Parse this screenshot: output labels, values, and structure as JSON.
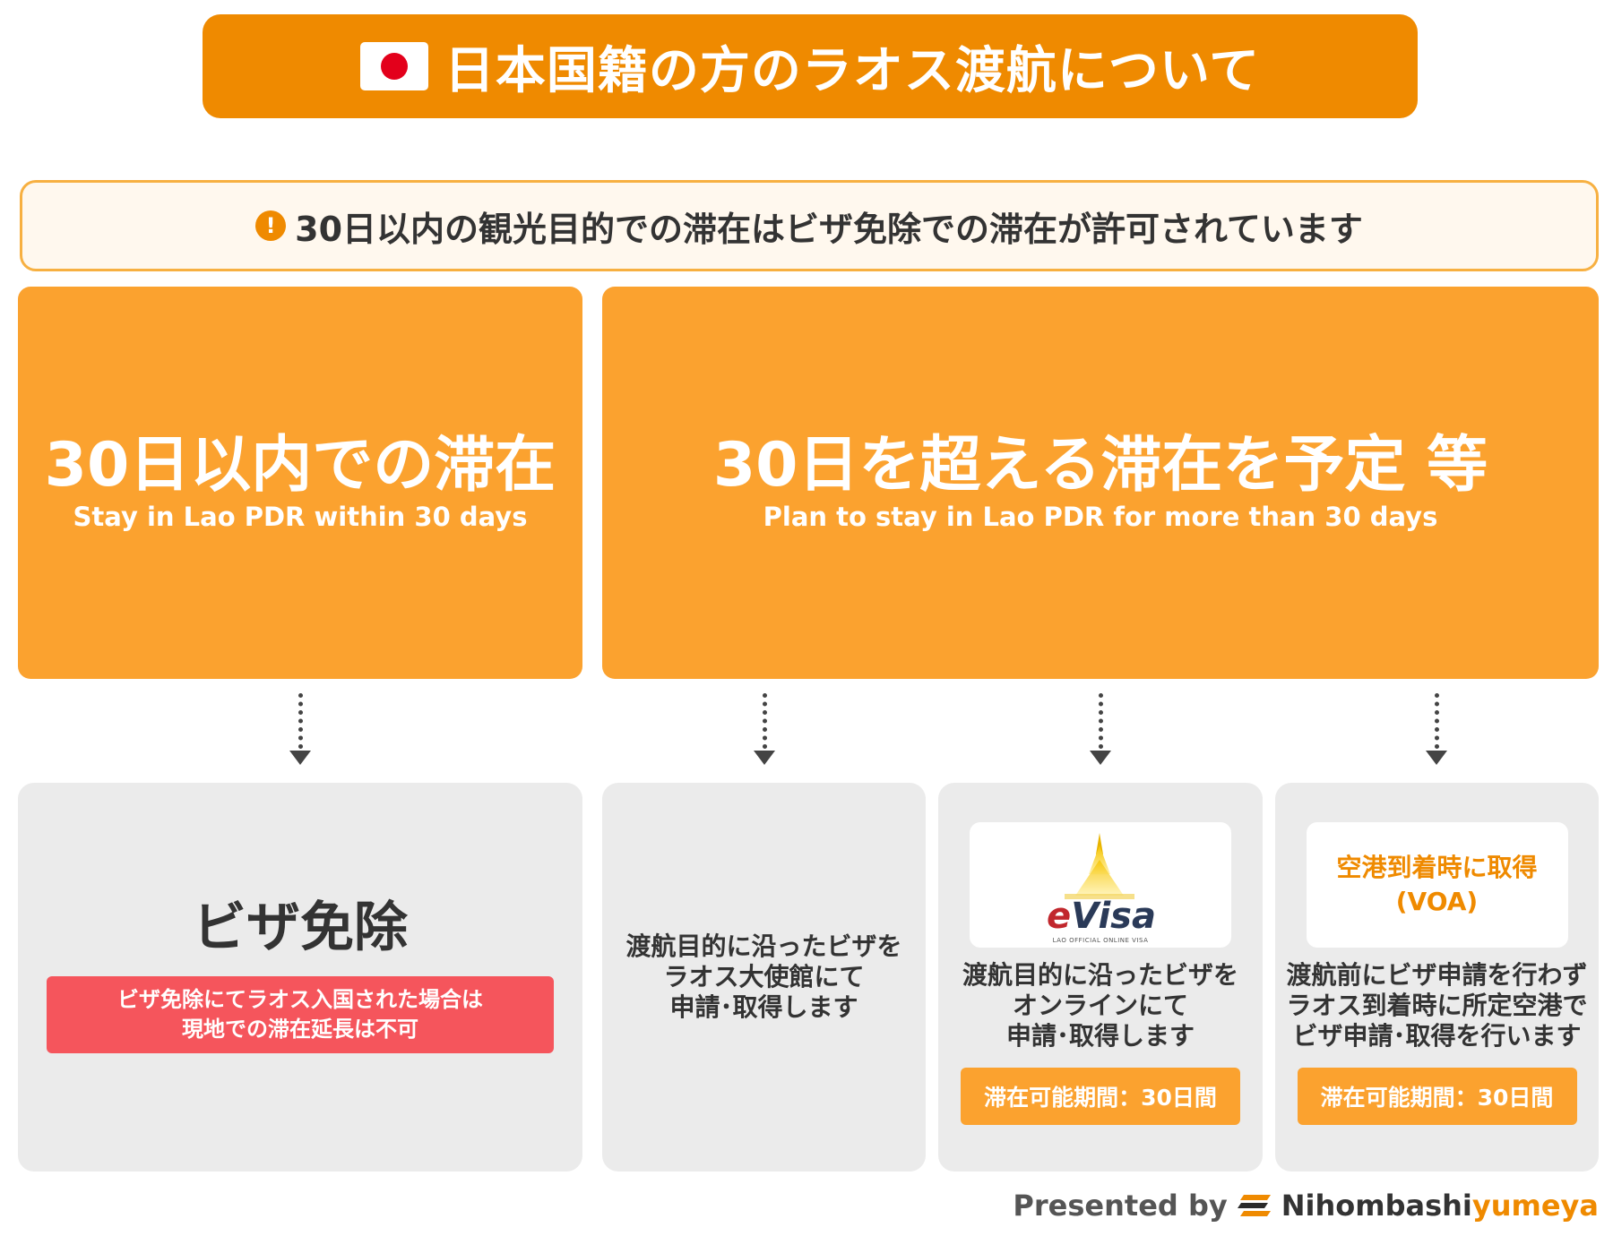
{
  "header": {
    "title": "日本国籍の方のラオス渡航について",
    "flag_icon": "japan-flag-icon"
  },
  "notice": {
    "icon": "exclamation-icon",
    "icon_glyph": "!",
    "text": "30日以内の観光目的での滞在はビザ免除での滞在が許可されています"
  },
  "categories": [
    {
      "title": "30日以内での滞在",
      "subtitle": "Stay in Lao PDR within 30 days"
    },
    {
      "title": "30日を超える滞在を予定 等",
      "subtitle": "Plan to stay in Lao PDR for more than 30 days"
    }
  ],
  "results": {
    "visa_free": {
      "title": "ビザ免除",
      "note_lines": [
        "ビザ免除にてラオス入国された場合は",
        "現地での滞在延長は不可"
      ]
    },
    "embassy": {
      "lines": [
        "渡航目的に沿ったビザを",
        "ラオス大使館にて",
        "申請･取得します"
      ]
    },
    "evisa": {
      "logo_e": "e",
      "logo_rest": "Visa",
      "logo_tagline": "LAO OFFICIAL ONLINE VISA",
      "lines": [
        "渡航目的に沿ったビザを",
        "オンラインにて",
        "申請･取得します"
      ],
      "badge": "滞在可能期間：30日間"
    },
    "voa": {
      "label_lines": [
        "空港到着時に取得",
        "(VOA)"
      ],
      "lines": [
        "渡航前にビザ申請を行わず",
        "ラオス到着時に所定空港で",
        "ビザ申請･取得を行います"
      ],
      "badge": "滞在可能期間：30日間"
    }
  },
  "footer": {
    "presented_by": "Presented by",
    "brand_part1": "Nihombashi",
    "brand_accent": "yumeya"
  },
  "colors": {
    "header_orange": "#ef8a00",
    "card_orange": "#fba22f",
    "notice_bg": "#fff8ee",
    "grey_card": "#ebebeb",
    "alert_red": "#f5555c"
  }
}
